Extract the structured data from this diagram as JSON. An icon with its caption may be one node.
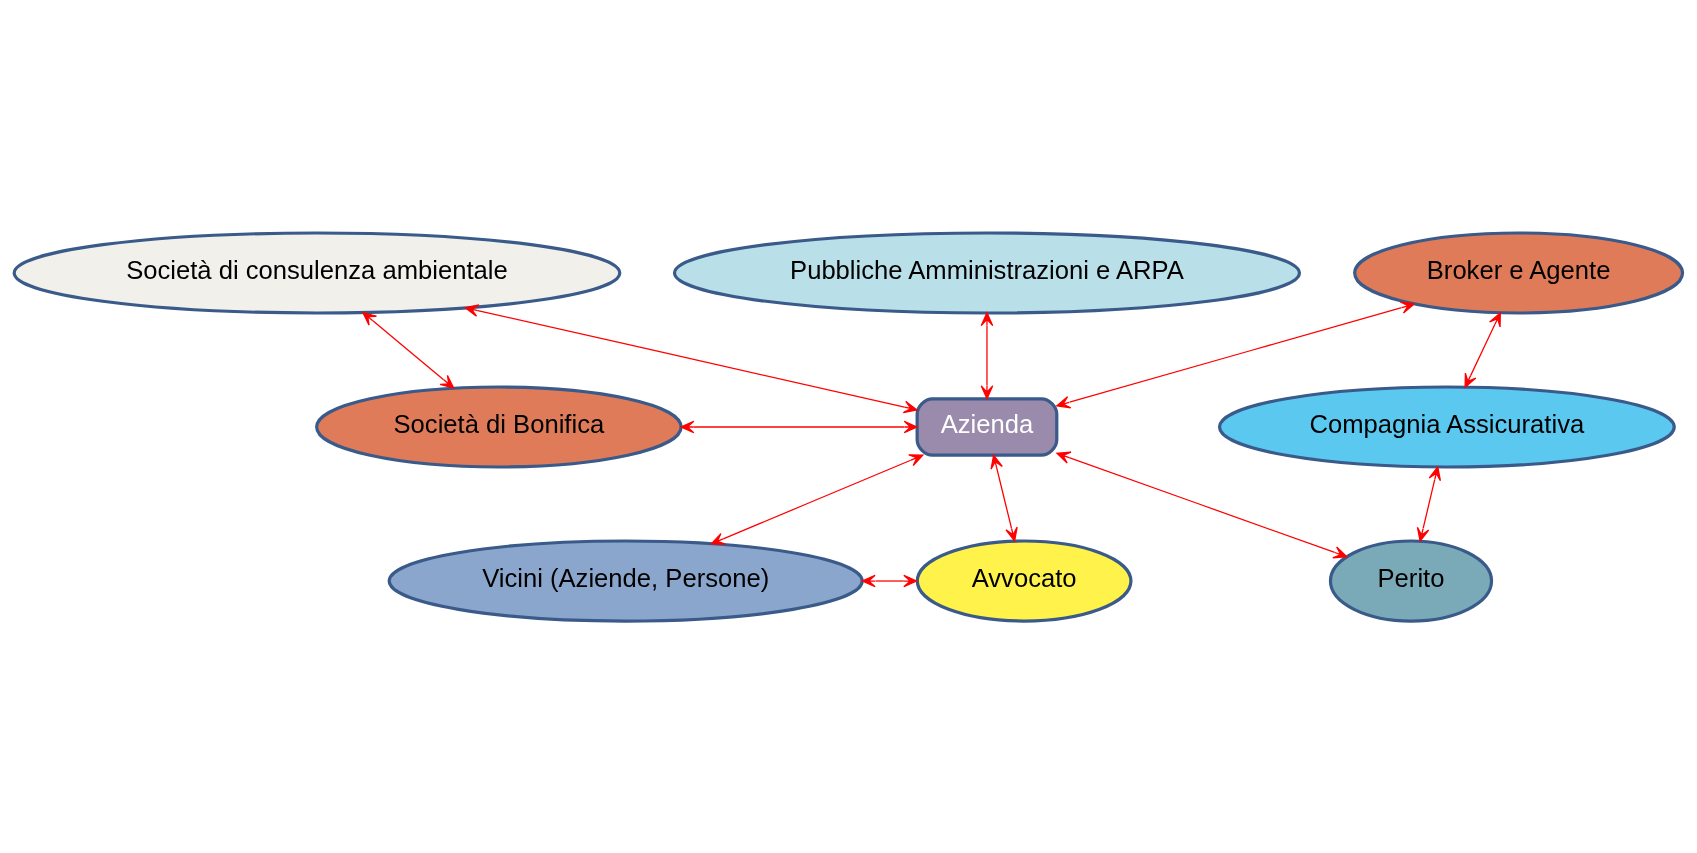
{
  "diagram": {
    "nodes": [
      {
        "text": [
          "Società di consulenza ambientale"
        ]
      },
      {
        "text": [
          "Pubbliche Amministrazioni e ARPA"
        ]
      },
      {
        "text": [
          "Broker e Agente"
        ]
      },
      {
        "text": [
          "Società di Bonifica"
        ]
      },
      {
        "text": [
          "Azienda"
        ]
      },
      {
        "text": [
          "Compagnia Assicurativa"
        ]
      },
      {
        "text": [
          "Vicini (Aziende, Persone)"
        ]
      },
      {
        "text": [
          "Avvocato"
        ]
      },
      {
        "text": [
          "Perito"
        ]
      }
    ],
    "edges": [
      {
        "from": 0,
        "to": 3,
        "arrow": "both"
      },
      {
        "from": 0,
        "to": 4,
        "arrow": "both"
      },
      {
        "from": 1,
        "to": 4,
        "arrow": "both"
      },
      {
        "from": 2,
        "to": 4,
        "arrow": "both"
      },
      {
        "from": 2,
        "to": 5,
        "arrow": "both"
      },
      {
        "from": 3,
        "to": 4,
        "arrow": "both"
      },
      {
        "from": 4,
        "to": 6,
        "arrow": "both"
      },
      {
        "from": 4,
        "to": 7,
        "arrow": "both"
      },
      {
        "from": 4,
        "to": 8,
        "arrow": "both"
      },
      {
        "from": 5,
        "to": 8,
        "arrow": "both"
      },
      {
        "from": 6,
        "to": 7,
        "arrow": "both"
      }
    ]
  }
}
